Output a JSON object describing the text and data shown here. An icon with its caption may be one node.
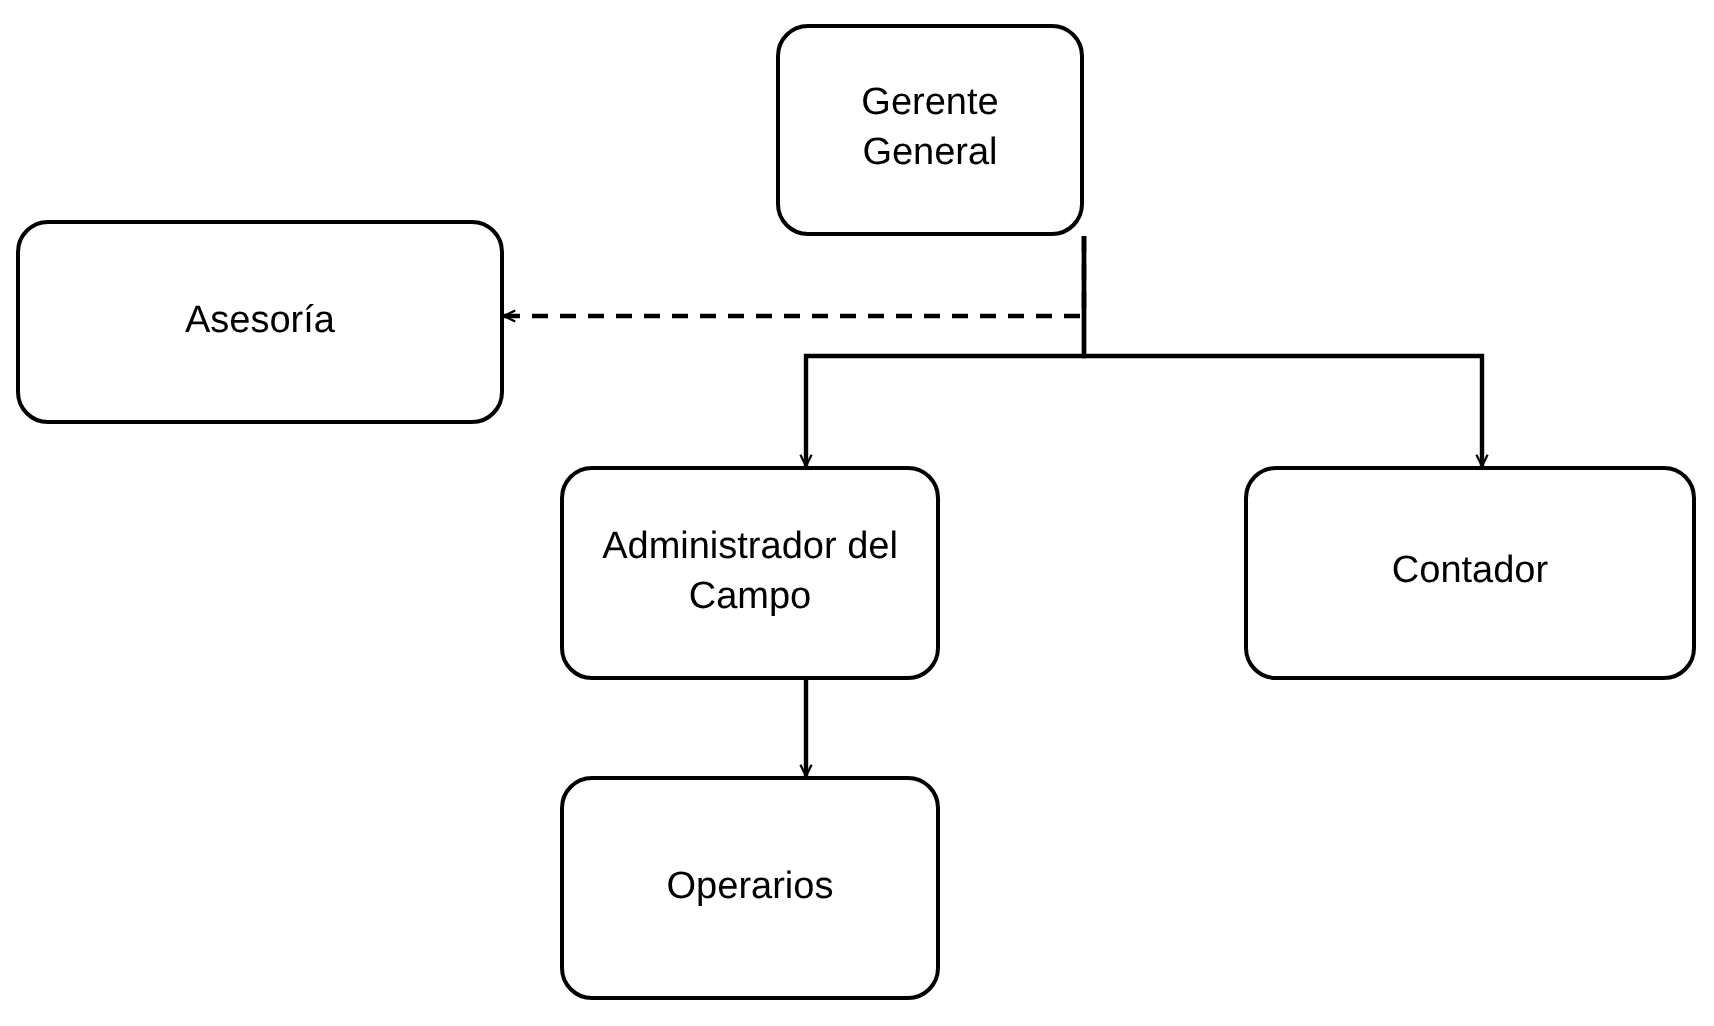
{
  "diagram": {
    "nodes": [
      {
        "text": [
          "Gerente General"
        ]
      },
      {
        "text": [
          "Asesoría"
        ]
      },
      {
        "text": [
          "Administrador del Campo"
        ]
      },
      {
        "text": [
          "Contador"
        ]
      },
      {
        "text": [
          "Operarios"
        ]
      }
    ],
    "edges": [
      {
        "from": 0,
        "to": 1,
        "arrow": "to",
        "style": "dashed"
      },
      {
        "from": 0,
        "to": 2,
        "arrow": "to"
      },
      {
        "from": 0,
        "to": 3,
        "arrow": "to"
      },
      {
        "from": 2,
        "to": 4,
        "arrow": "to"
      }
    ]
  }
}
